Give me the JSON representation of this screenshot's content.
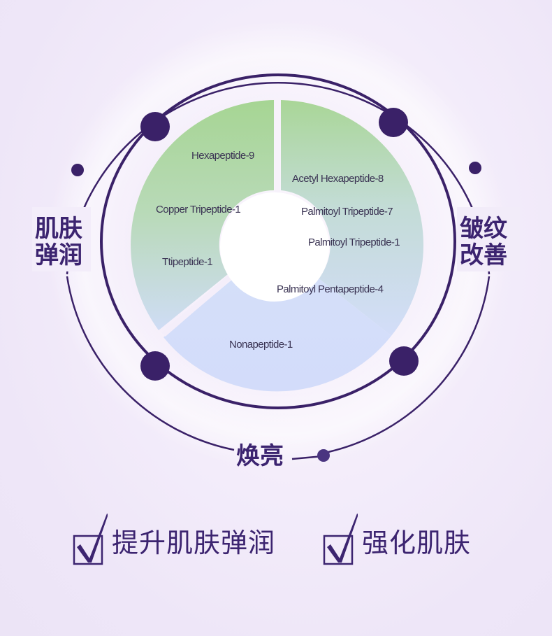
{
  "diagram": {
    "segments": [
      {
        "label": "Hexapeptide-9",
        "group": "left"
      },
      {
        "label": "Copper Tripeptide-1",
        "group": "left"
      },
      {
        "label": "Ttipeptide-1",
        "group": "left"
      },
      {
        "label": "Acetyl Hexapeptide-8",
        "group": "right"
      },
      {
        "label": "Palmitoyl Tripeptide-7",
        "group": "right"
      },
      {
        "label": "Palmitoyl Tripeptide-1",
        "group": "right"
      },
      {
        "label": "Palmitoyl Pentapeptide-4",
        "group": "right"
      },
      {
        "label": "Nonapeptide-1",
        "group": "bottom"
      }
    ],
    "side_labels": {
      "left": {
        "line1": "肌肤",
        "line2": "弹润"
      },
      "right": {
        "line1": "皱纹",
        "line2": "改善"
      },
      "bottom": "焕亮"
    },
    "colors": {
      "green": "#a8d495",
      "blue": "#d2defa",
      "ring": "#3a2168",
      "text_dark": "#3a3353",
      "accent_text": "#3c2470"
    }
  },
  "benefits": [
    {
      "label": "提升肌肤弹润",
      "checked": true
    },
    {
      "label": "强化肌肤",
      "checked": true
    }
  ]
}
